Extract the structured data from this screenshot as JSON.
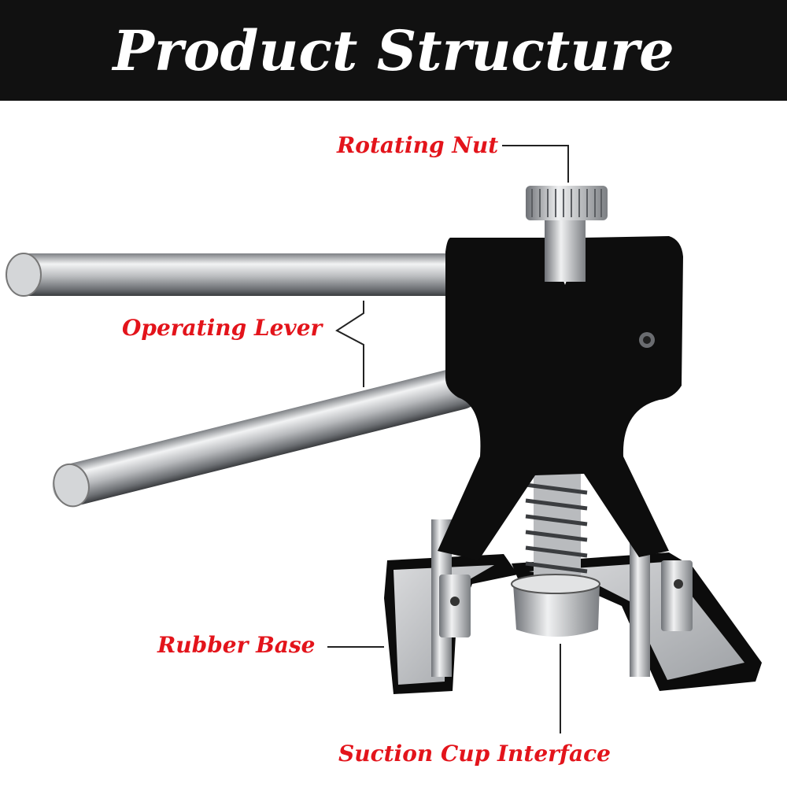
{
  "header": {
    "title": "Product Structure"
  },
  "labels": {
    "rotating_nut": "Rotating Nut",
    "operating_lever": "Operating Lever",
    "rubber_base": "Rubber Base",
    "suction_cup_interface": "Suction Cup Interface"
  },
  "colors": {
    "header_bg": "#111111",
    "label_red": "#e3141b",
    "body_black": "#0d0d0d",
    "steel": "#c9cbcd"
  }
}
